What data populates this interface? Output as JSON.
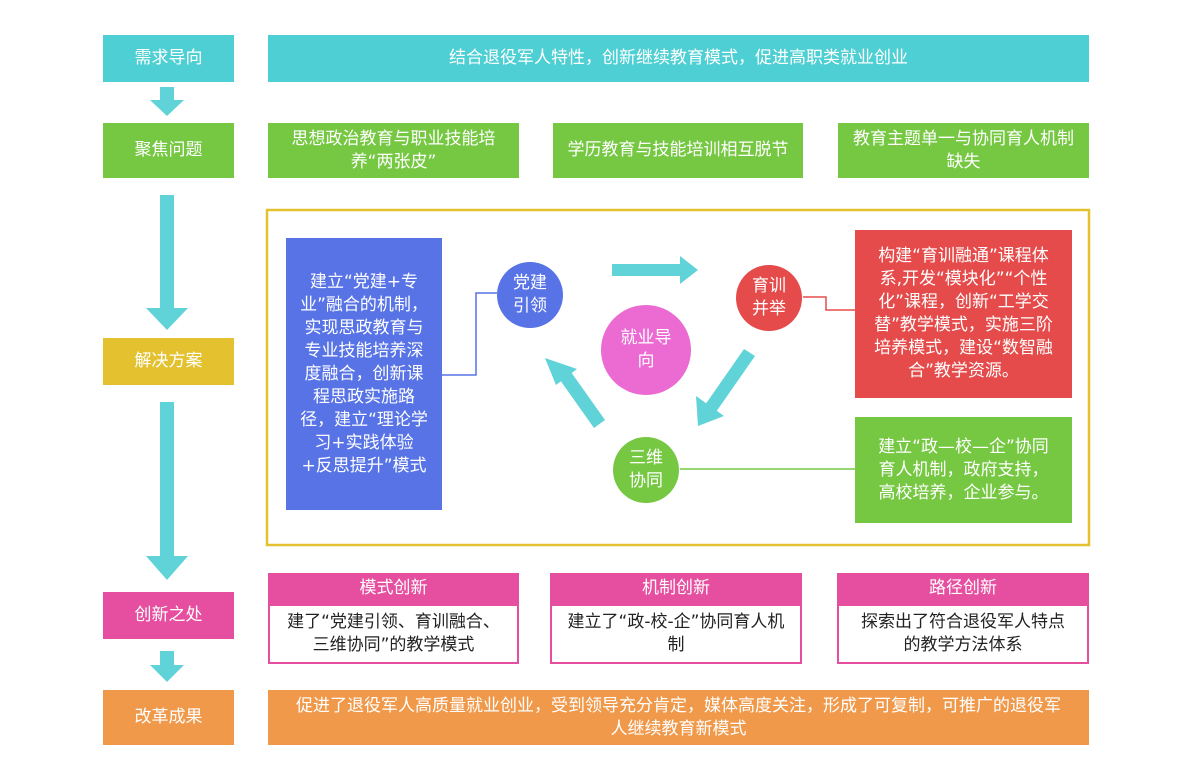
{
  "rows": {
    "demand": {
      "label": "需求导向",
      "text": "结合退役军人特性，创新继续教育模式，促进高职类就业创业"
    },
    "focus": {
      "label": "聚焦问题",
      "problems": [
        "思想政治教育与职业技能培养“两张皮”",
        "学历教育与技能培训相互脱节",
        "教育主题单一与协同育人机制缺失"
      ]
    },
    "solution": {
      "label": "解决方案",
      "left_text": "建立“党建+专业”融合的机制，实现思政教育与专业技能培养深度融合，创新课程思政实施路径，建立“理论学习+实践体验+反思提升”模式",
      "center": "就业导向",
      "node_party": "党建引领",
      "node_edu": "育训并举",
      "node_three": "三维协同",
      "right_top_text": "构建“育训融通”课程体系,开发“模块化”“个性化”课程，创新“工学交替”教学模式，实施三阶培养模式，建设“数智融合”教学资源。",
      "right_bottom_text": "建立“政—校—企”协同育人机制，政府支持，高校培养，企业参与。"
    },
    "innovation": {
      "label": "创新之处",
      "items": [
        {
          "title": "模式创新",
          "text": "建了“党建引领、育训融合、三维协同”的教学模式"
        },
        {
          "title": "机制创新",
          "text": "建立了“政-校-企”协同育人机制"
        },
        {
          "title": "路径创新",
          "text": "探索出了符合退役军人特点的教学方法体系"
        }
      ]
    },
    "result": {
      "label": "改革成果",
      "text": "促进了退役军人高质量就业创业，受到领导充分肯定，媒体高度关注，形成了可复制，可推广的退役军人继续教育新模式"
    }
  },
  "colors": {
    "teal": "#4ecfd3",
    "green": "#76c843",
    "yellow": "#e3c12f",
    "pink": "#e64fa0",
    "orange": "#f0994a",
    "blue": "#5773e6",
    "red": "#e64b4b",
    "magenta": "#eb6bd2"
  }
}
